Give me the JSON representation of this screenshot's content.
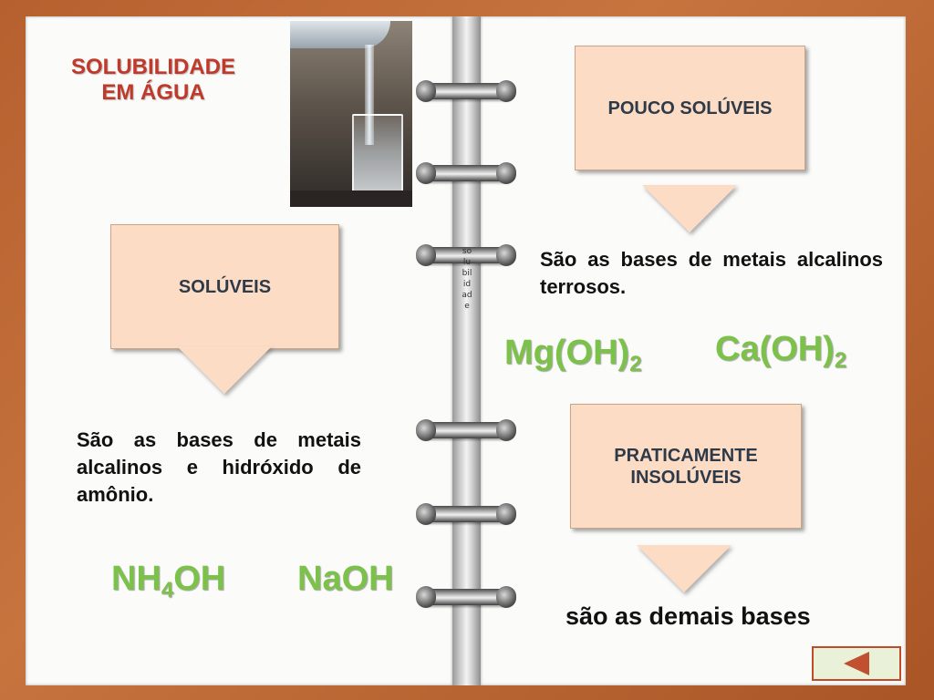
{
  "title": "SOLUBILIDADE\nEM ÁGUA",
  "spine_word": "solubilidade",
  "boxes": {
    "soluveis": "SOLÚVEIS",
    "pouco_soluveis": "POUCO SOLÚVEIS",
    "praticamente_insoluveis": "PRATICAMENTE\nINSOLÚVEIS"
  },
  "descriptions": {
    "soluveis": "São as bases de metais alcalinos e hidróxido de amônio.",
    "pouco_soluveis": "São as bases de metais alcalinos terrosos.",
    "praticamente_insoluveis": "são as demais bases"
  },
  "formulas": {
    "nh4oh": {
      "pre": "NH",
      "sub": "4",
      "post": "OH"
    },
    "naoh": {
      "text": "NaOH"
    },
    "mgoh2": {
      "pre": "Mg(OH)",
      "sub": "2"
    },
    "caoh2": {
      "pre": "Ca(OH)",
      "sub": "2"
    }
  },
  "nav": {
    "back_icon": "triangle-left-icon"
  },
  "colors": {
    "frame": "#b6602f",
    "box": "#fcdcc4",
    "title": "#c0392b",
    "formula": "#7cc24a",
    "button_border": "#c04a2a"
  }
}
